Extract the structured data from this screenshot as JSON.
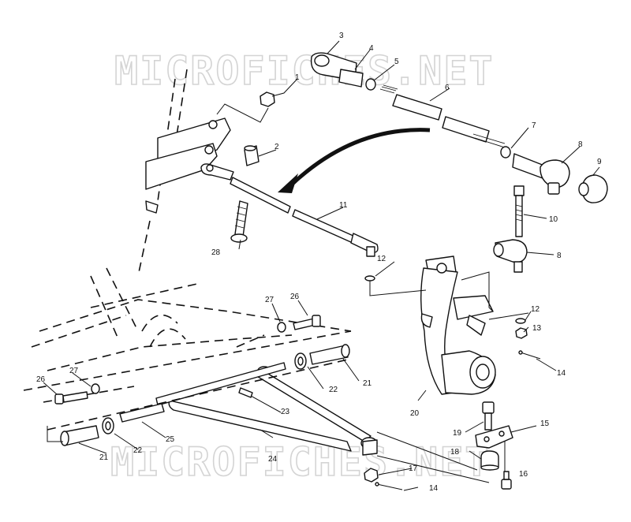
{
  "watermark": {
    "top": "MICROFICHES.NET",
    "bottom": "MICROFICHES.NET"
  },
  "callouts": [
    "1",
    "2",
    "3",
    "4",
    "5",
    "6",
    "7",
    "8",
    "8",
    "9",
    "10",
    "11",
    "12",
    "12",
    "13",
    "14",
    "14",
    "15",
    "16",
    "17",
    "18",
    "19",
    "20",
    "21",
    "21",
    "22",
    "22",
    "23",
    "24",
    "25",
    "26",
    "26",
    "27",
    "27",
    "28"
  ]
}
